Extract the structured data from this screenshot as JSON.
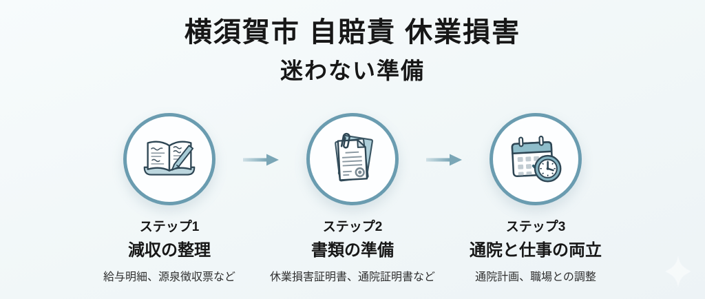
{
  "title": "横須賀市 自賠責 休業損害",
  "subtitle": "迷わない準備",
  "steps": [
    {
      "label": "ステップ1",
      "heading": "減収の整理",
      "description": "給与明細、源泉徴収票など",
      "icon": "notebook-pen-icon"
    },
    {
      "label": "ステップ2",
      "heading": "書類の準備",
      "description": "休業損害証明書、通院証明書など",
      "icon": "documents-icon"
    },
    {
      "label": "ステップ3",
      "heading": "通院と仕事の両立",
      "description": "通院計画、職場との調整",
      "icon": "calendar-clock-icon"
    }
  ],
  "decorations": {
    "arrow_icon": "arrow-right-icon",
    "watermark_icon": "sparkle-icon"
  },
  "colors": {
    "background": "#f3f8f9",
    "circle_border": "#6a9cb0",
    "circle_fill": "#fdfeff",
    "arrow": "#7aa6b6",
    "icon_outline": "#2e4654",
    "icon_teal": "#a6cbd6",
    "text": "#171717",
    "muted_text": "#2f2f2f"
  }
}
